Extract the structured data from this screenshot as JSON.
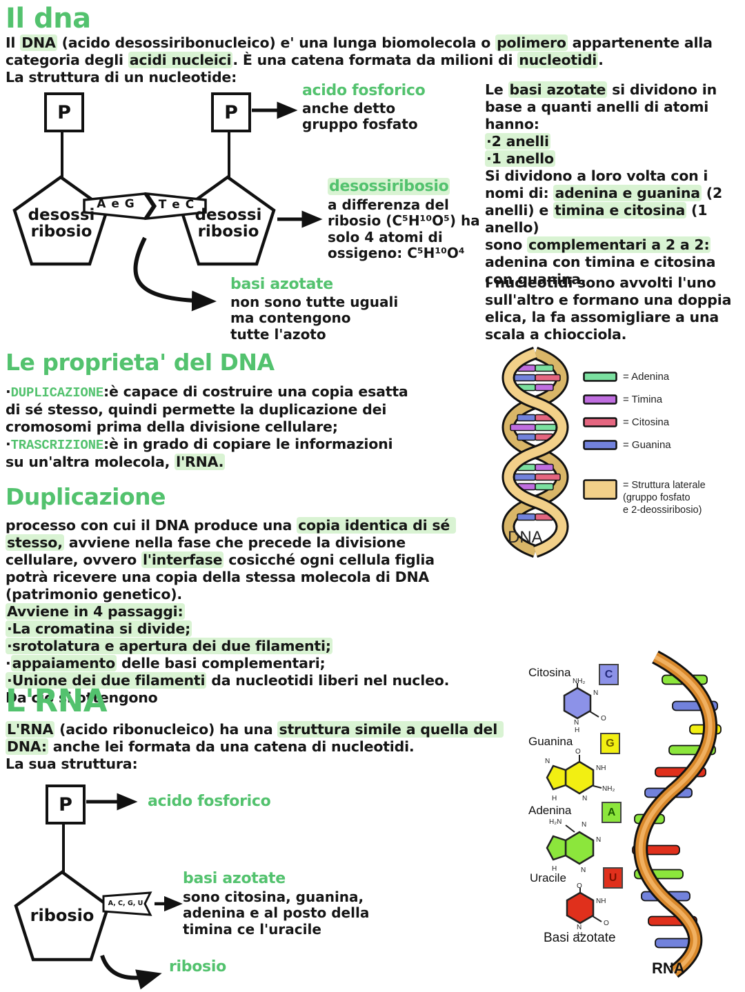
{
  "colors": {
    "heading_green": "#53c26e",
    "highlight": "#d9f3d3",
    "dna_strand_tan": "#f2d089",
    "rna_strand_orange": "#d9882a"
  },
  "sections": {
    "h1": "Il dna",
    "h2_properties": "Le proprieta' del DNA",
    "h2_duplicazione": "Duplicazione",
    "h2_rna": "L'RNA"
  },
  "intro": [
    {
      "t": "Il "
    },
    {
      "t": "DNA",
      "h": 1
    },
    {
      "t": " (acido desossiribonucleico) e' una lunga biomolecola o "
    },
    {
      "t": "polimero",
      "h": 1
    },
    {
      "t": " appartenente alla categoria degli "
    },
    {
      "t": "acidi nucleici",
      "h": 1
    },
    {
      "t": ". È una catena formata da milioni di "
    },
    {
      "t": "nucleotidi",
      "h": 1
    },
    {
      "t": ".\nLa struttura di un nucleotide:"
    }
  ],
  "diagram1": {
    "phosphate_label": "P",
    "sugar_label": "desossi\nribosio",
    "banner_left": "A e G",
    "banner_right": "T e C",
    "ann_fosforico_title": "acido fosforico",
    "ann_fosforico_body": "anche detto\ngruppo fosfato",
    "ann_desossi_title": "desossiribosio",
    "ann_desossi_body": "a differenza del\nribosio (C⁵H¹⁰O⁵) ha\nsolo 4 atomi di\nossigeno: C⁵H¹⁰O⁴",
    "ann_basi_title": "basi azotate",
    "ann_basi_body": "non sono tutte uguali\nma contengono\ntutte l'azoto"
  },
  "right_col": {
    "para1": [
      {
        "t": "Le "
      },
      {
        "t": "basi azotate",
        "h": 1
      },
      {
        "t": " si dividono in base a quanti anelli di atomi hanno:\n"
      },
      {
        "t": "·2 anelli",
        "h": 1
      },
      {
        "t": "\n"
      },
      {
        "t": "·1 anello",
        "h": 1
      },
      {
        "t": "\n"
      },
      {
        "t": "Si dividono a loro volta con i nomi di: "
      },
      {
        "t": "adenina e guanina",
        "h": 1
      },
      {
        "t": " (2 anelli) e "
      },
      {
        "t": "timina e citosina",
        "h": 1
      },
      {
        "t": " (1 anello)\nsono "
      },
      {
        "t": "complementari a 2 a 2:",
        "h": 1
      },
      {
        "t": "\nadenina con timina e citosina con guanina."
      }
    ],
    "para2": "I nucleotidi sono avvolti l'uno sull'altro e formano una doppia elica, la fa assomigliare a una scala a chiocciola."
  },
  "dna_figure": {
    "caption": "DNA",
    "legend": [
      {
        "label": "= Adenina",
        "color": "#7be0a0"
      },
      {
        "label": "= Timina",
        "color": "#c06ee0"
      },
      {
        "label": "= Citosina",
        "color": "#e56680"
      },
      {
        "label": "= Guanina",
        "color": "#7282dc"
      }
    ],
    "legend_side": {
      "label": "= Struttura laterale\n(gruppo fosfato\ne 2-deossiribosio)",
      "color": "#f2d089"
    },
    "rungs": [
      [
        "#c06ee0",
        "#7be0a0"
      ],
      [
        "#7282dc",
        "#e56680"
      ],
      [
        "#7be0a0",
        "#c06ee0"
      ],
      [
        "#7282dc",
        "#e56680"
      ],
      [
        "#c06ee0",
        "#7be0a0"
      ],
      [
        "#7282dc",
        "#e56680"
      ],
      [
        "#7be0a0",
        "#c06ee0"
      ],
      [
        "#7282dc",
        "#e56680"
      ],
      [
        "#c06ee0",
        "#7be0a0"
      ],
      [
        "#7282dc",
        "#e56680"
      ]
    ]
  },
  "properties": {
    "para": [
      {
        "t": "·"
      },
      {
        "t": "DUPLICAZIONE",
        "c": "green",
        "m": 1
      },
      {
        "t": ":è capace di costruire una copia esatta di sé stesso, quindi permette la duplicazione dei cromosomi prima della divisione cellulare;\n·"
      },
      {
        "t": "TRASCRIZIONE",
        "c": "green",
        "m": 1
      },
      {
        "t": ":è in grado di copiare le informazioni su un'altra molecola, "
      },
      {
        "t": "l'RNA.",
        "h": 1
      }
    ]
  },
  "duplicazione": {
    "para": [
      {
        "t": "processo con cui il DNA produce una "
      },
      {
        "t": "copia identica di sé stesso,",
        "h": 1
      },
      {
        "t": " avviene nella fase che precede la divisione cellulare, ovvero "
      },
      {
        "t": "l'interfase",
        "h": 1
      },
      {
        "t": " cosicché ogni cellula figlia potrà ricevere una copia della stessa molecola di DNA (patrimonio genetico).\n"
      },
      {
        "t": "Avviene in 4 passaggi:",
        "h": 1
      },
      {
        "t": "\n"
      },
      {
        "t": "·La cromatina si divide;",
        "h": 1
      },
      {
        "t": "\n"
      },
      {
        "t": "·srotolatura e apertura dei due filamenti;",
        "h": 1
      },
      {
        "t": "\n·"
      },
      {
        "t": "appaiamento",
        "h": 1
      },
      {
        "t": " delle basi complementari;\n"
      },
      {
        "t": "·Unione dei due filamenti",
        "h": 1
      },
      {
        "t": " da nucleotidi liberi nel nucleo.\nDa ciò si ottengono"
      }
    ]
  },
  "rna_section": {
    "para": [
      {
        "t": "L'RNA",
        "h": 1
      },
      {
        "t": " (acido ribonucleico) ha una "
      },
      {
        "t": "struttura simile a quella del DNA:",
        "h": 1
      },
      {
        "t": " anche lei formata da una catena di nucleotidi.\nLa sua struttura:"
      }
    ]
  },
  "diagram2": {
    "phosphate_label": "P",
    "sugar_label": "ribosio",
    "banner": "A, C, G, U",
    "ann_fosforico": "acido fosforico",
    "ann_basi_title": "basi azotate",
    "ann_basi_body": "sono citosina, guanina,\nadenina e al posto della\ntimina ce l'uracile",
    "ann_ribosio": "ribosio"
  },
  "rna_figure": {
    "caption": "RNA",
    "caption_bases": "Basi azotate",
    "bases": [
      {
        "name": "Citosina",
        "badge": "C",
        "color": "#8c92e8",
        "badge_text": "#22297a",
        "atoms": [
          "NH₂",
          "N",
          "O",
          "N",
          "H"
        ]
      },
      {
        "name": "Guanina",
        "badge": "G",
        "color": "#f2ef12",
        "badge_text": "#6a5a00",
        "atoms": [
          "O",
          "NH",
          "NH₂",
          "N",
          "N",
          "H"
        ]
      },
      {
        "name": "Adenina",
        "badge": "A",
        "color": "#8ce63c",
        "badge_text": "#1a5a00",
        "atoms": [
          "H₂N",
          "N",
          "N",
          "N",
          "H"
        ]
      },
      {
        "name": "Uracile",
        "badge": "U",
        "color": "#e0301c",
        "badge_text": "#7a1000",
        "atoms": [
          "O",
          "NH",
          "O",
          "N",
          "H"
        ]
      }
    ],
    "pegs": [
      "#8ce63c",
      "#7282dc",
      "#f2ef12",
      "#8ce63c",
      "#e0301c",
      "#7282dc",
      "#8ce63c",
      "#e0301c",
      "#8ce63c",
      "#7282dc",
      "#e0301c",
      "#7282dc"
    ]
  }
}
